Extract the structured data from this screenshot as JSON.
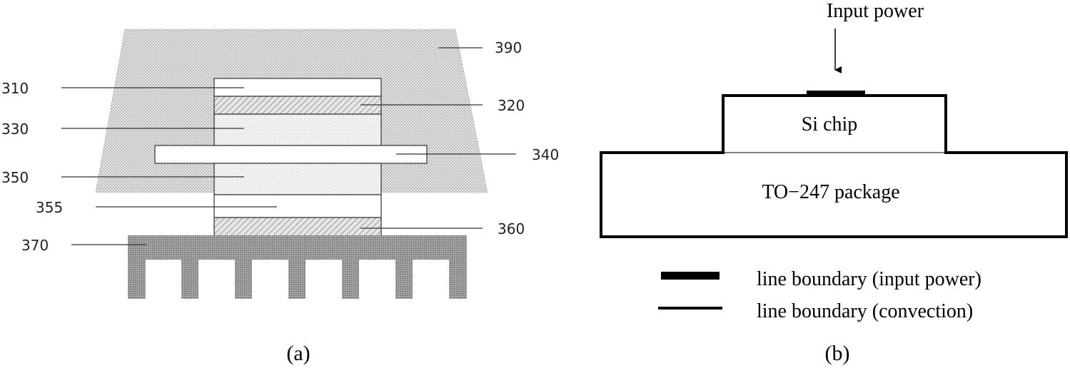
{
  "panel_a": {
    "caption": "(a)",
    "labels": {
      "l390": "390",
      "l310": "310",
      "l320": "320",
      "l330": "330",
      "l340": "340",
      "l350": "350",
      "l355": "355",
      "l360": "360",
      "l370": "370"
    }
  },
  "panel_b": {
    "caption": "(b)",
    "input_power": "Input power",
    "chip": "Si chip",
    "package": "TO−247 package",
    "legend": {
      "thick": "line boundary (input power)",
      "thin": "line boundary (convection)"
    }
  }
}
